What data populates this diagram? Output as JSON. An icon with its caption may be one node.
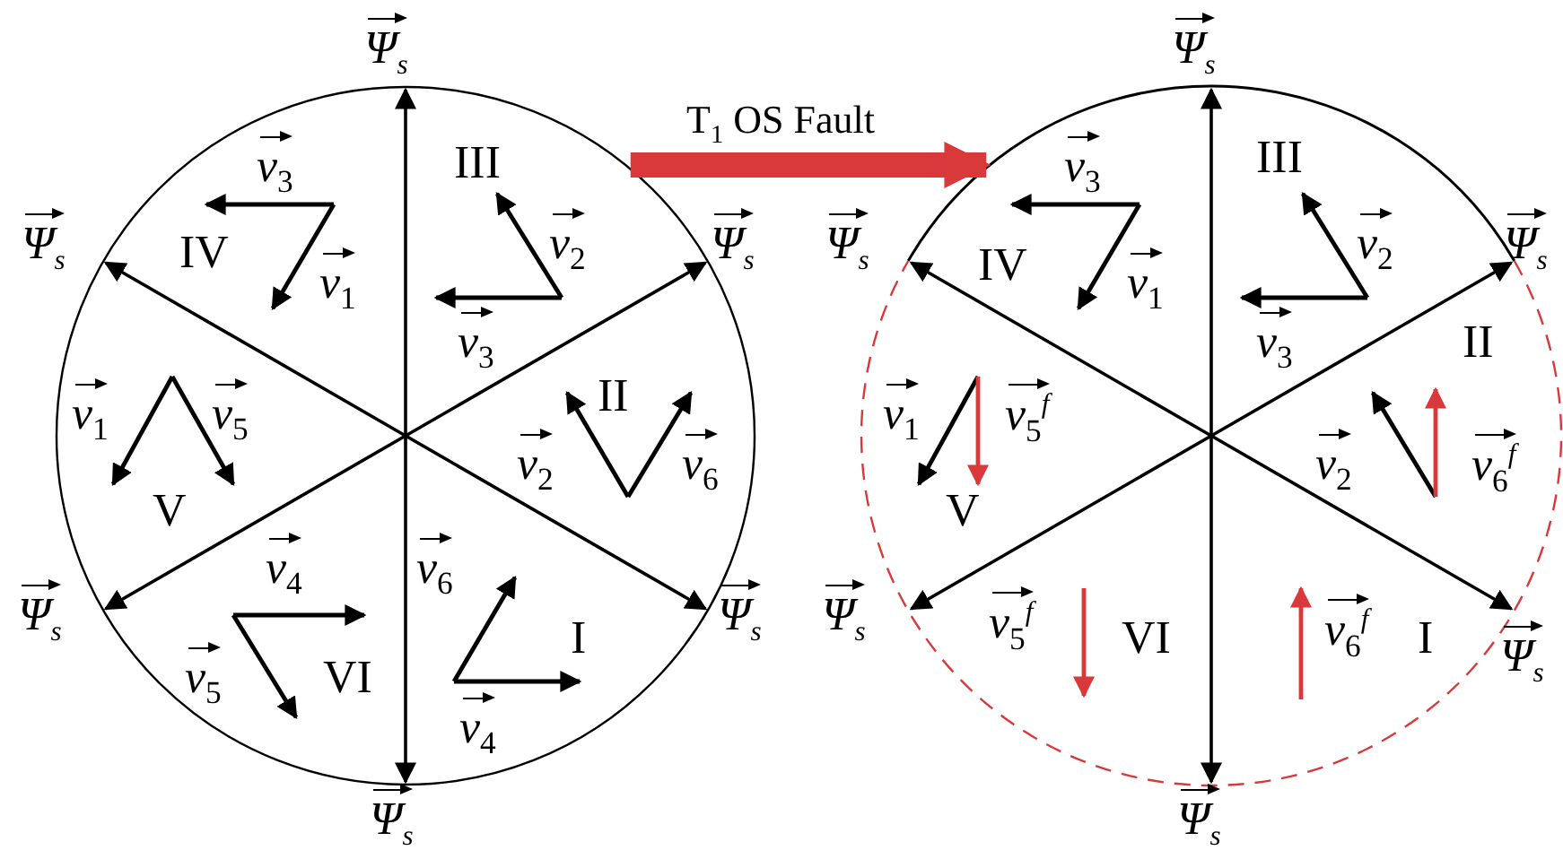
{
  "diagram": {
    "nodes": [
      {
        "text": [],
        "shape": "circle"
      },
      {
        "text": [],
        "shape": "circle"
      }
    ],
    "edges": [
      {
        "from": 0,
        "to": 1,
        "arrow": "to",
        "label": "T$_{1}$ OS Fault",
        "color": "#d9393b"
      }
    ],
    "labels": [
      "Ψ$_{s}$",
      "v$_{3}$",
      "IV",
      "v$_{1}$",
      "III",
      "v$_{2}$",
      "v$_{3}$",
      "Ψ$_{s}$",
      "Ψ$_{s}$",
      "v$_{1}$",
      "v$_{5}$",
      "V",
      "II",
      "v$_{2}$",
      "v$_{6}$",
      "Ψ$_{s}$",
      "Ψ$_{s}$",
      "v$_{4}$",
      "v$_{6}$",
      "I",
      "v$_{5}$",
      "VI",
      "v$_{4}$",
      "Ψ$_{s}$",
      "Ψ$_{s}$",
      "v$_{3}$",
      "IV",
      "v$_{1}$",
      "III",
      "v$_{2}$",
      "v$_{3}$",
      "Ψ$_{s}$",
      "Ψ$_{s}$",
      "v$_{1}$",
      "v$_{5}$$^{f}$",
      "V",
      "II",
      "v$_{2}$",
      "v$_{6}$$^{f}$",
      "Ψ$_{s}$",
      "Ψ$_{s}$",
      "v$_{5}$$^{f}$",
      "VI",
      "v$_{6}$$^{f}$",
      "I",
      "Ψ$_{s}$"
    ]
  }
}
